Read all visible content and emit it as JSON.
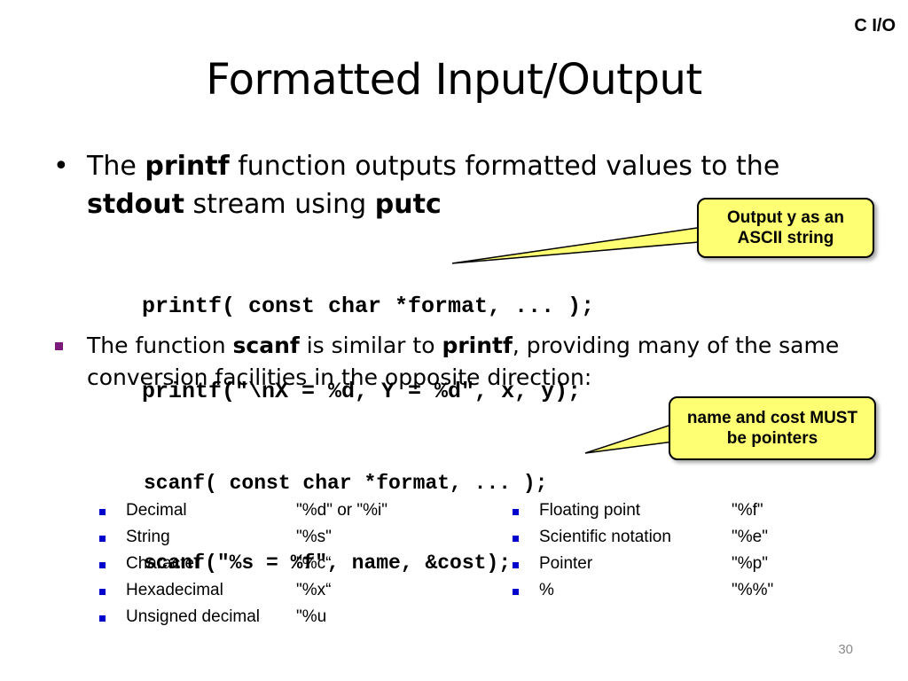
{
  "corner_tag": "C I/O",
  "title": "Formatted Input/Output",
  "bullet1": {
    "marker": "•",
    "segments": [
      {
        "text": "The ",
        "bold": false
      },
      {
        "text": "printf",
        "bold": true
      },
      {
        "text": " function outputs formatted values to the ",
        "bold": false
      },
      {
        "text": "stdout",
        "bold": true
      },
      {
        "text": " stream using ",
        "bold": false
      },
      {
        "text": "putc",
        "bold": true
      }
    ]
  },
  "code_printf": [
    "printf( const char *format, ... );",
    "printf(\"\\nX = %d, Y = %d\", x, y);"
  ],
  "callout_output": "Output y as an ASCII string",
  "bullet2": {
    "segments": [
      {
        "text": "The function ",
        "bold": false
      },
      {
        "text": "scanf",
        "bold": true
      },
      {
        "text": " is similar to ",
        "bold": false
      },
      {
        "text": "printf",
        "bold": true
      },
      {
        "text": ", providing many of the same conversion facilities in the opposite direction:",
        "bold": false
      }
    ]
  },
  "code_scanf": [
    "scanf( const char *format, ... );",
    "scanf(\"%s = %f\", name, &cost);"
  ],
  "callout_pointers": "name and cost MUST be pointers",
  "specifiers_left": [
    {
      "name": "Decimal",
      "code": "\"%d\" or \"%i\""
    },
    {
      "name": "String",
      "code": "\"%s\""
    },
    {
      "name": "Character",
      "code": "\"%c“"
    },
    {
      "name": "Hexadecimal",
      "code": "\"%x“"
    },
    {
      "name": "Unsigned decimal",
      "code": "\"%u"
    }
  ],
  "specifiers_right": [
    {
      "name": "Floating point",
      "code": "\"%f\""
    },
    {
      "name": "Scientific notation",
      "code": "\"%e\""
    },
    {
      "name": "Pointer",
      "code": "\"%p\""
    },
    {
      "name": "%",
      "code": "\"%%\""
    }
  ],
  "page_number": "30",
  "colors": {
    "callout_fill": "#ffff73",
    "bullet2_marker": "#7a1a7a",
    "list_marker": "#0000cc"
  }
}
